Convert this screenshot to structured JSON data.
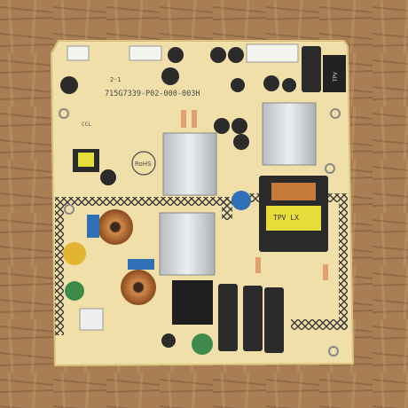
{
  "photo": {
    "board_part_number": "715G7339-P02-000-003H",
    "rohs_mark": "RoHS",
    "silk_small_1": "2-1",
    "silk_small_2": "CCL",
    "label_sticker": "TPV",
    "transformer_label": "TPV LX"
  },
  "colors": {
    "wood_base": "#a97e55",
    "wood_dark": "#7a5636",
    "wood_light": "#c49a6c",
    "board": "#f1dfaa",
    "board_edge": "#d9c27e",
    "silk": "#4a4a4a",
    "heatsink": "#cfd3d6",
    "capacitor_dark": "#2b2b2b",
    "choke_copper": "#b0642e",
    "cap_blue": "#2e6fb5",
    "cap_yellow": "#e2b430",
    "cap_green": "#3d8a4a"
  }
}
